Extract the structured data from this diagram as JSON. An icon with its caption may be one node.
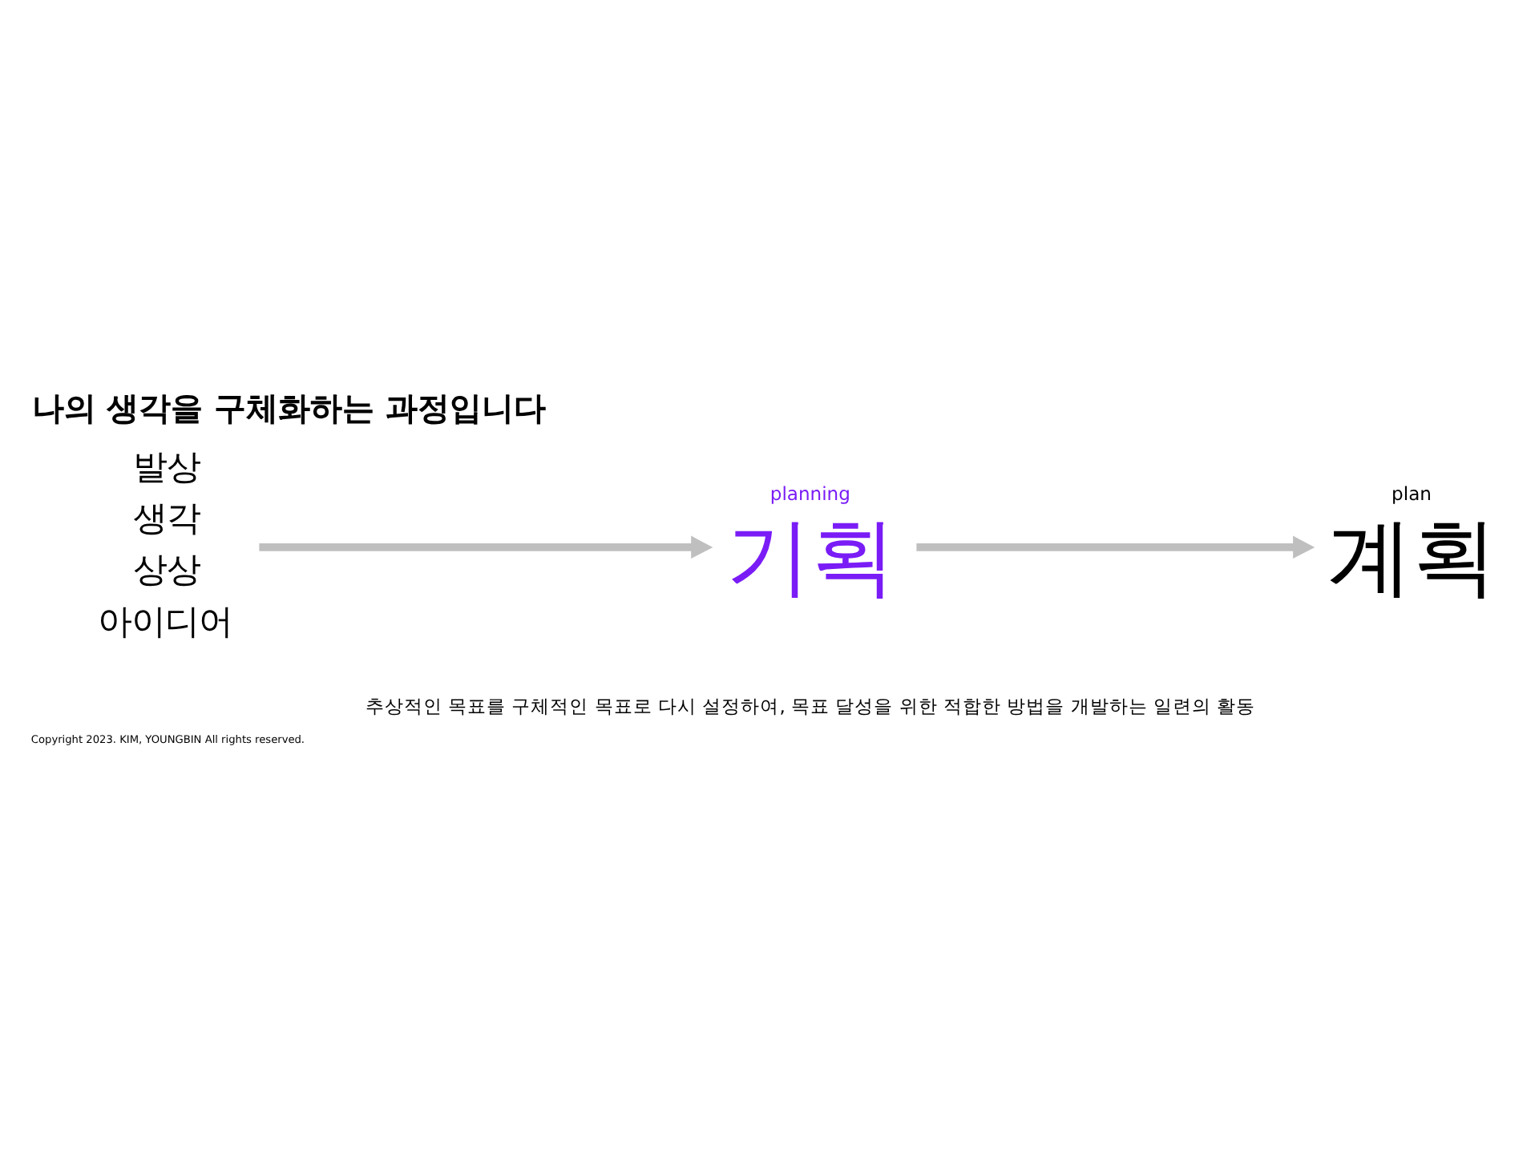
{
  "diagram": {
    "title": "나의 생각을 구체화하는 과정입니다",
    "nodes": [
      {
        "text": [
          "발상",
          "생각",
          "상상",
          "아이디어"
        ]
      },
      {
        "text": [
          "planning",
          "기획"
        ]
      },
      {
        "text": [
          "plan",
          "계획"
        ]
      }
    ],
    "edges": [
      {
        "from": 0,
        "to": 1,
        "arrow": "to"
      },
      {
        "from": 1,
        "to": 2,
        "arrow": "to"
      }
    ],
    "labels": [
      "추상적인 목표를 구체적인 목표로 다시 설정하여, 목표 달성을 위한 적합한 방법을 개발하는 일련의 활동",
      "Copyright 2023. KIM, YOUNGBIN All rights reserved."
    ]
  }
}
